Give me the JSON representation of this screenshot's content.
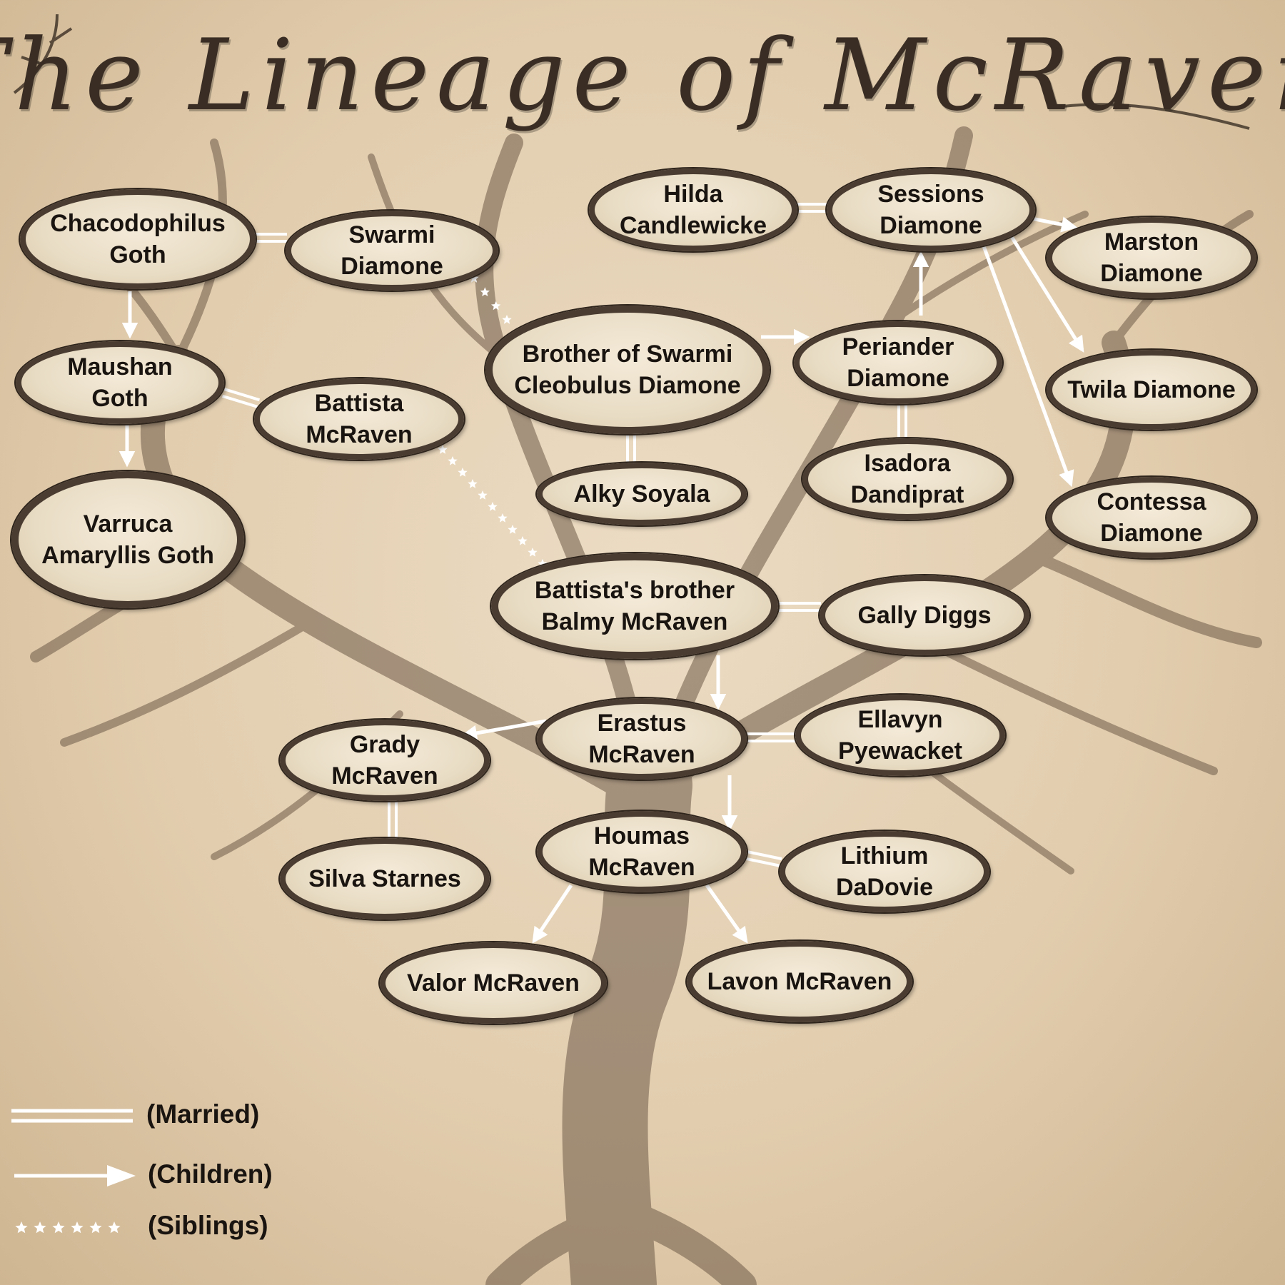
{
  "title": "The Lineage of McRaven",
  "people": {
    "chacodophilus": "Chacodophilus\nGoth",
    "swarmi": "Swarmi\nDiamone",
    "maushan": "Maushan\nGoth",
    "battista": "Battista\nMcRaven",
    "varruca": "Varruca\nAmaryllis Goth",
    "hilda": "Hilda\nCandlewicke",
    "sessions": "Sessions\nDiamone",
    "marston": "Marston\nDiamone",
    "cleobulus": "Brother of Swarmi\nCleobulus Diamone",
    "periander": "Periander\nDiamone",
    "twila": "Twila Diamone",
    "alky": "Alky Soyala",
    "isadora": "Isadora\nDandiprat",
    "contessa": "Contessa\nDiamone",
    "balmy": "Battista's brother\nBalmy McRaven",
    "gally": "Gally Diggs",
    "erastus": "Erastus\nMcRaven",
    "ellavyn": "Ellavyn\nPyewacket",
    "grady": "Grady\nMcRaven",
    "houmas": "Houmas\nMcRaven",
    "lithium": "Lithium\nDaDovie",
    "silva": "Silva Starnes",
    "valor": "Valor McRaven",
    "lavon": "Lavon McRaven"
  },
  "legend": {
    "married": "(Married)",
    "children": "(Children)",
    "siblings": "(Siblings)"
  },
  "colors": {
    "ink": "#1a1410",
    "node_border": "#4a3c31",
    "connector": "#ffffff",
    "tree": "#6e5a48"
  }
}
